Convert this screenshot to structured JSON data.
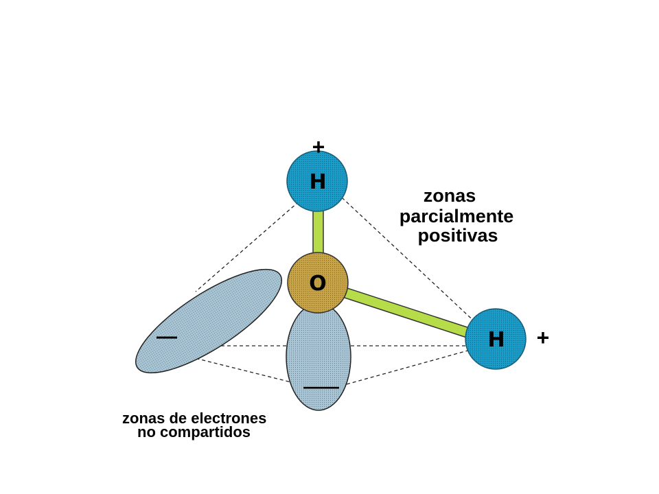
{
  "diagram": {
    "atoms": {
      "hydrogen_top": {
        "symbol": "H",
        "charge": "+"
      },
      "oxygen": {
        "symbol": "O"
      },
      "hydrogen_right": {
        "symbol": "H",
        "charge": "+"
      }
    },
    "lone_pairs": {
      "left": {
        "charge": "—"
      },
      "bottom": {
        "charge": "——"
      }
    },
    "labels": {
      "positive_zones": [
        "zonas",
        "parcialmente",
        "positivas"
      ],
      "unshared_electrons": [
        "zonas de electrones",
        "no compartidos"
      ]
    },
    "colors": {
      "hydrogen": "#1a9dc9",
      "oxygen": "#c9a447",
      "bond": "#b7dc4a",
      "lone_pair": "#a9c6d6"
    }
  }
}
